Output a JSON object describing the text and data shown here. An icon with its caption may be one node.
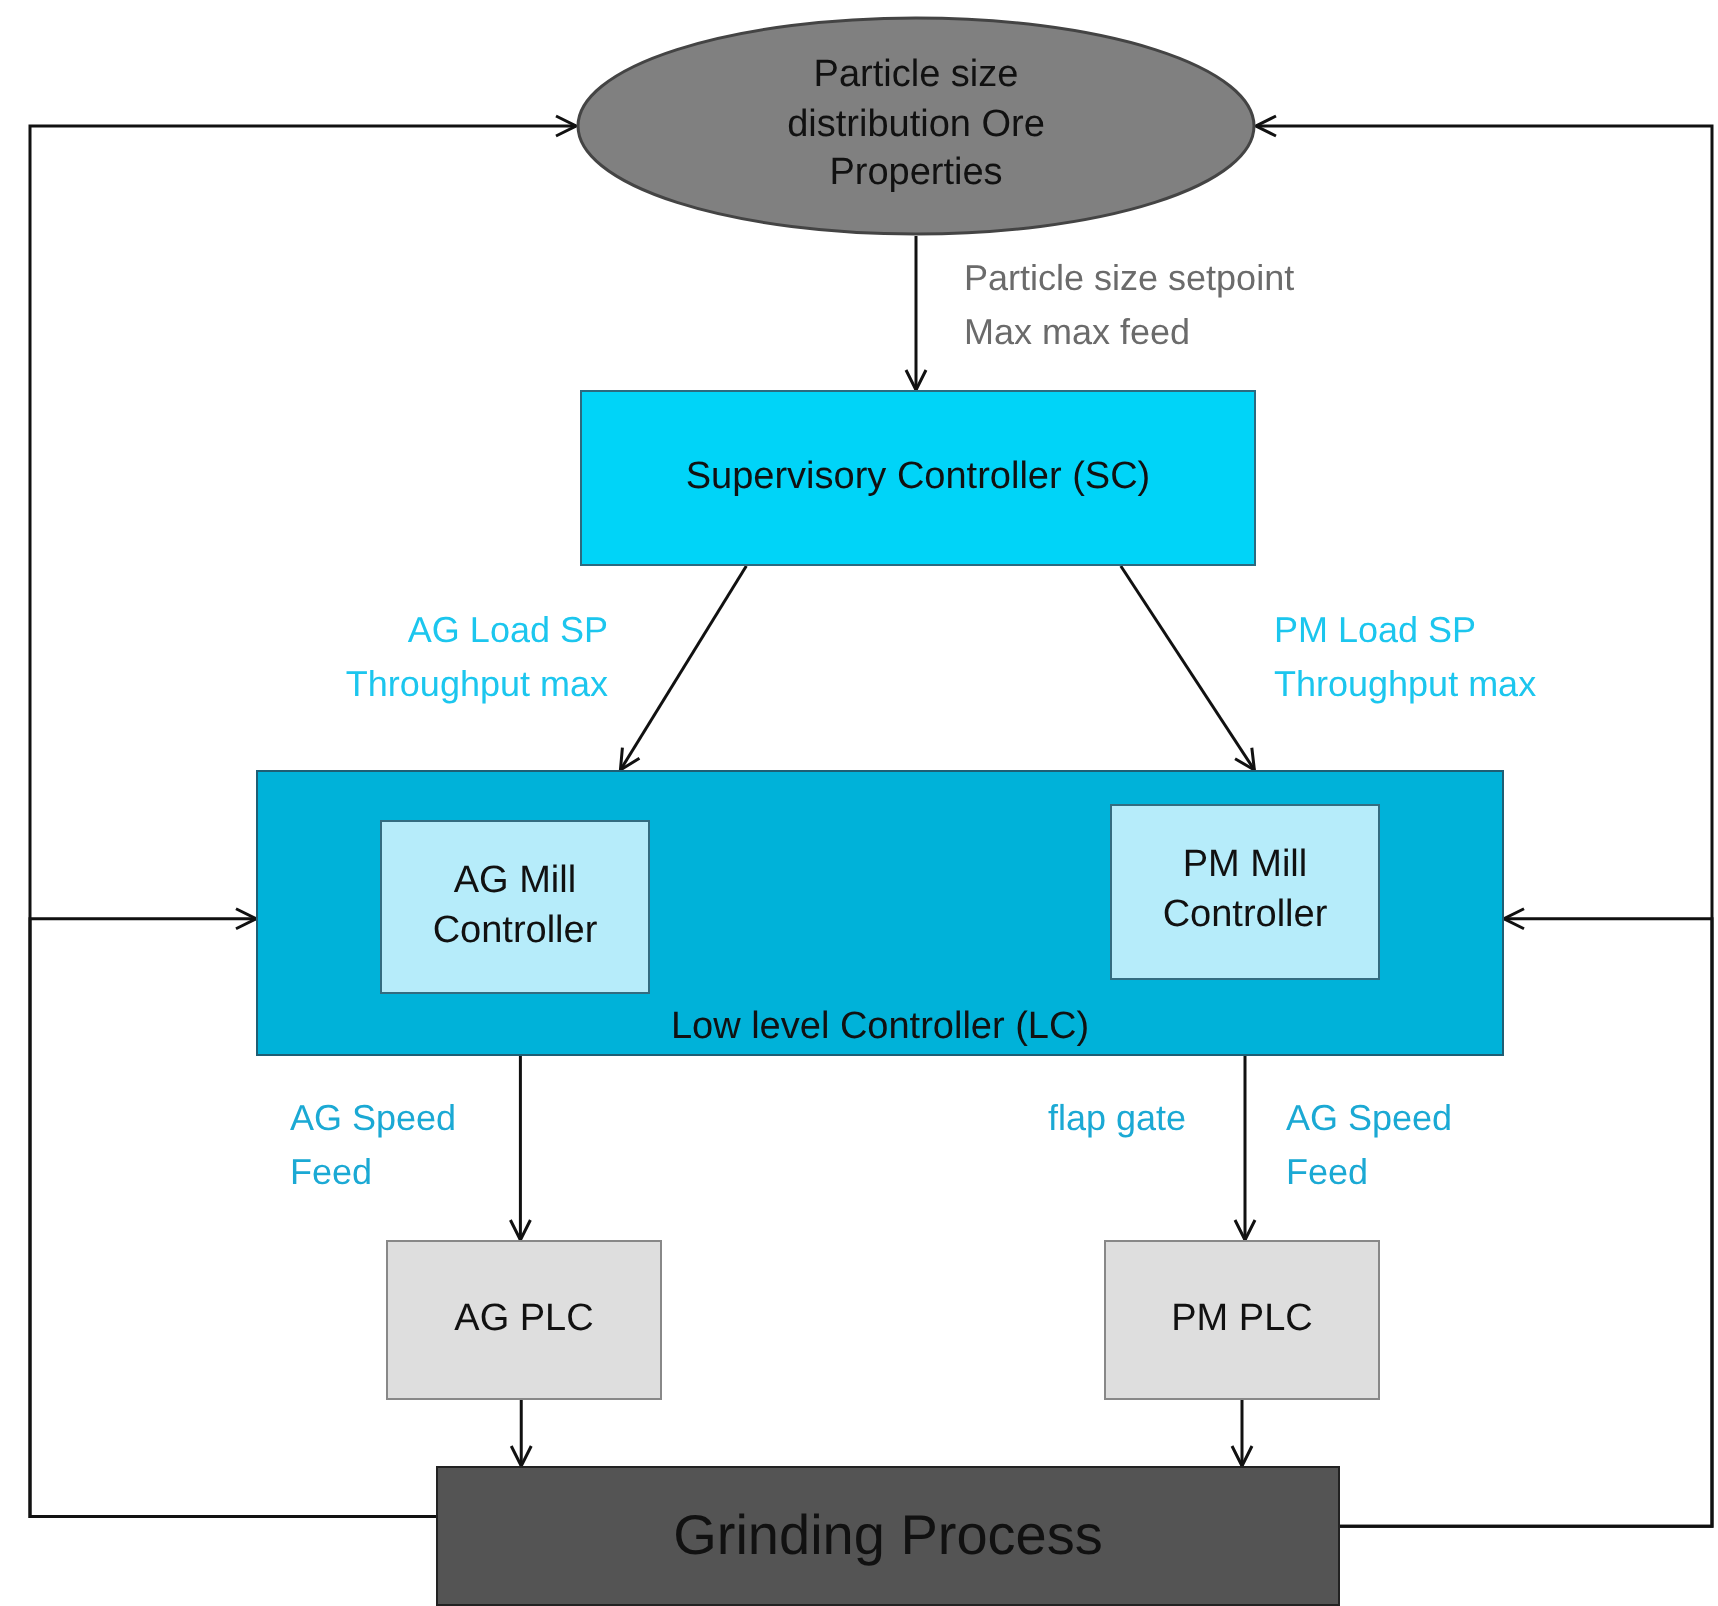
{
  "diagram": {
    "nodes": [
      {
        "text": [
          "Particle size distribution Ore Properties"
        ]
      },
      {
        "text": [
          "Supervisory Controller (SC)"
        ]
      },
      {
        "text": [
          "Low level Controller (LC)"
        ]
      },
      {
        "text": [
          "AG Mill Controller"
        ],
        "in": 2
      },
      {
        "text": [
          "PM Mill Controller"
        ],
        "in": 2
      },
      {
        "text": [
          "AG PLC"
        ]
      },
      {
        "text": [
          "PM PLC"
        ]
      },
      {
        "text": [
          "Grinding Process"
        ]
      }
    ],
    "edges": [
      {
        "from": 0,
        "to": 1,
        "arrow": "to",
        "label": "Particle size setpoint Max max feed"
      },
      {
        "from": 1,
        "to": 2,
        "arrow": "to",
        "label": "AG Load SP Throughput max"
      },
      {
        "from": 1,
        "to": 2,
        "arrow": "to",
        "label": "PM Load SP Throughput max"
      },
      {
        "from": 3,
        "to": 5,
        "arrow": "to",
        "label": "AG Speed Feed"
      },
      {
        "from": 4,
        "to": 6,
        "arrow": "to",
        "label": "AG Speed Feed"
      },
      {
        "from": 5,
        "to": 7,
        "arrow": "to"
      },
      {
        "from": 6,
        "to": 7,
        "arrow": "to"
      },
      {
        "from": 7,
        "to": 0,
        "arrow": "to"
      },
      {
        "from": 7,
        "to": 2,
        "arrow": "to"
      },
      {
        "from": 7,
        "to": 0,
        "arrow": "to"
      },
      {
        "from": 7,
        "to": 2,
        "arrow": "to"
      }
    ],
    "labels": [
      "flap gate"
    ]
  }
}
